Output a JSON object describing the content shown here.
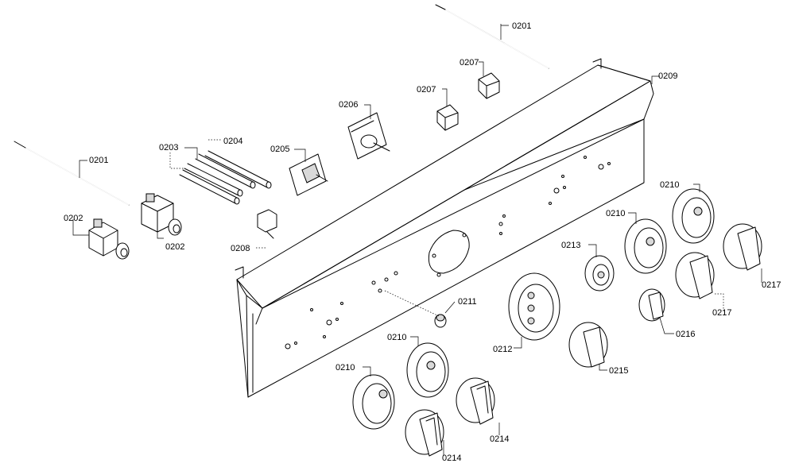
{
  "labels": {
    "l0201a": "0201",
    "l0201b": "0201",
    "l0202a": "0202",
    "l0202b": "0202",
    "l0203": "0203",
    "l0204": "0204",
    "l0205": "0205",
    "l0206": "0206",
    "l0207a": "0207",
    "l0207b": "0207",
    "l0208": "0208",
    "l0209": "0209",
    "l0210a": "0210",
    "l0210b": "0210",
    "l0210c": "0210",
    "l0210d": "0210",
    "l0211": "0211",
    "l0212": "0212",
    "l0213": "0213",
    "l0214a": "0214",
    "l0214b": "0214",
    "l0215": "0215",
    "l0216": "0216",
    "l0217a": "0217",
    "l0217b": "0217"
  }
}
